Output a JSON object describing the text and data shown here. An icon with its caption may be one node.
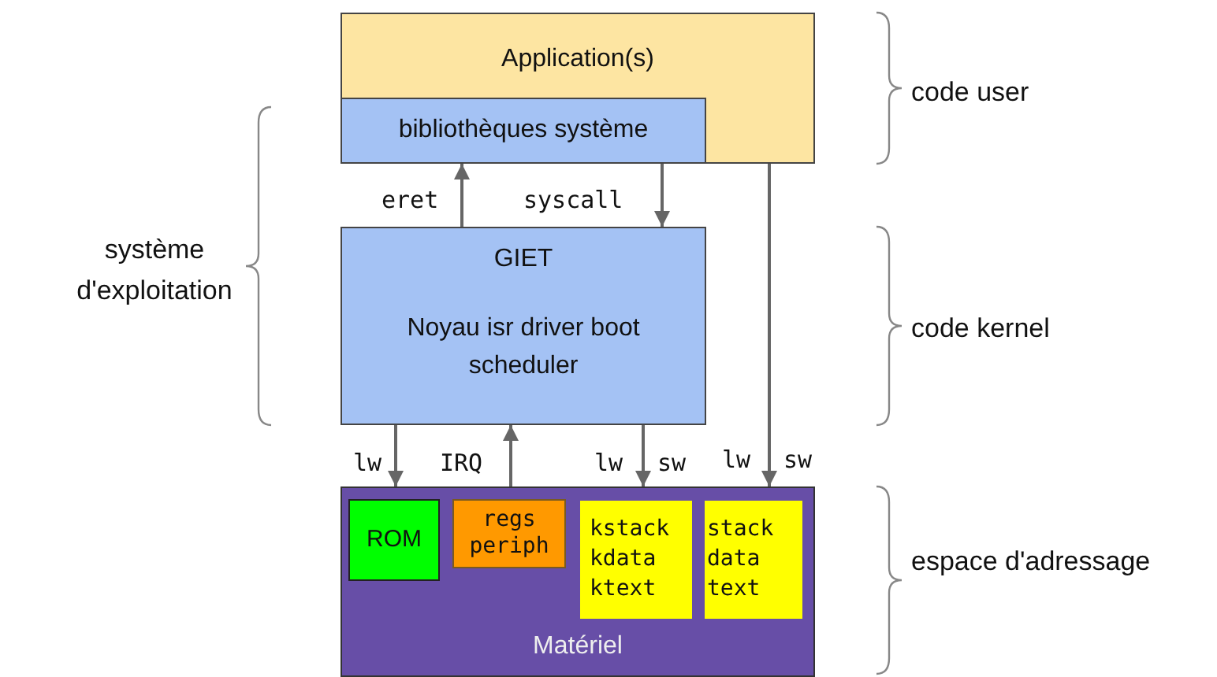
{
  "diagram": {
    "nodes": [
      {
        "text": [
          "Application(s)"
        ]
      },
      {
        "text": [
          "bibliothèques système"
        ],
        "in": 0
      },
      {
        "text": [
          "GIET",
          "Noyau isr driver boot scheduler"
        ]
      },
      {
        "text": [
          "Matériel"
        ]
      },
      {
        "text": [
          "ROM"
        ],
        "in": 3
      },
      {
        "text": [
          "regs periph"
        ],
        "in": 3
      },
      {
        "text": [
          "kstack kdata ktext"
        ],
        "in": 3
      },
      {
        "text": [
          "stack data text"
        ],
        "in": 3
      }
    ],
    "edges": [
      {
        "from": 2,
        "to": 1,
        "arrow": "to",
        "label": "eret"
      },
      {
        "from": 1,
        "to": 2,
        "arrow": "to",
        "label": "syscall"
      },
      {
        "from": 2,
        "to": 3,
        "arrow": "to",
        "label": "lw"
      },
      {
        "from": 3,
        "to": 2,
        "arrow": "to",
        "label": "IRQ"
      },
      {
        "from": 2,
        "to": 3,
        "arrow": "to",
        "label": "lw"
      },
      {
        "from": 0,
        "to": 3,
        "arrow": "to",
        "label": "lw"
      }
    ],
    "labels": [
      "code user",
      "système d'exploitation",
      "code kernel",
      "sw",
      "sw",
      "espace d'adressage"
    ]
  }
}
